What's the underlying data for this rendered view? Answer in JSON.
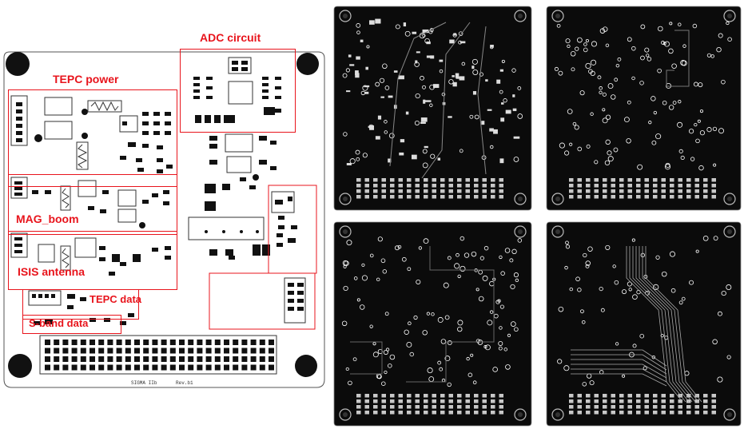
{
  "board": {
    "name": "SIGMA IIb",
    "revision": "Rev.b1"
  },
  "labels": {
    "adc_circuit": "ADC circuit",
    "tepc_power": "TEPC power",
    "mag_boom": "MAG_boom",
    "isis_antenna": "ISIS antenna",
    "tepc_data": "TEPC data",
    "s_band_data": "S-band data"
  },
  "colors": {
    "annotation": "#e8141c",
    "board_outline": "#555555",
    "copper_layer": "#0b0b0b",
    "pad": "#ffffff"
  },
  "views": [
    {
      "id": "silkscreen",
      "icon": "pcb-silkscreen-icon"
    },
    {
      "id": "layer-top",
      "icon": "pcb-layer-icon"
    },
    {
      "id": "layer-inner-1",
      "icon": "pcb-layer-icon"
    },
    {
      "id": "layer-inner-2",
      "icon": "pcb-layer-icon"
    },
    {
      "id": "layer-bottom",
      "icon": "pcb-layer-icon"
    }
  ]
}
